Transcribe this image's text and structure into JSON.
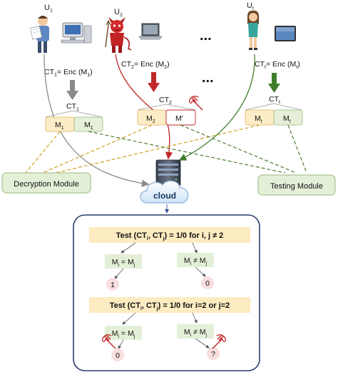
{
  "users": [
    {
      "base": "U",
      "sub": "1"
    },
    {
      "base": "U",
      "sub": "2"
    },
    {
      "base": "U",
      "sub": "t"
    }
  ],
  "ellipsis": "...",
  "encryptions": [
    {
      "base": "CT",
      "sub": "1",
      "eq": "= Enc (M",
      "msub": "1",
      "close": ")"
    },
    {
      "base": "CT",
      "sub": "2",
      "eq": "= Enc (M",
      "msub": "2",
      "close": ")"
    },
    {
      "base": "CT",
      "sub": "t",
      "eq": "= Enc (M",
      "msub": "t",
      "close": ")"
    }
  ],
  "ciphertexts": [
    {
      "base": "CT",
      "sub": "1",
      "left": {
        "base": "M",
        "sub": "1"
      },
      "right": {
        "base": "M",
        "sub": "1"
      }
    },
    {
      "base": "CT",
      "sub": "2",
      "left": {
        "base": "M",
        "sub": "2"
      },
      "right": {
        "base": "M'",
        "sub": ""
      }
    },
    {
      "base": "CT",
      "sub": "t",
      "left": {
        "base": "M",
        "sub": "t"
      },
      "right": {
        "base": "M",
        "sub": "t"
      }
    }
  ],
  "modules": {
    "decryption": "Decryption Module",
    "testing": "Testing Module"
  },
  "cloud_label": "cloud",
  "tests": [
    {
      "pre": "Test (CT",
      "a": "i",
      "mid": ", CT",
      "b": "j",
      "post": ") = 1/0 for i, j ≠ 2",
      "left": {
        "m1": "M",
        "s1": "i",
        "op": "=",
        "m2": "M",
        "s2": "j",
        "result": "1"
      },
      "right": {
        "m1": "M",
        "s1": "i",
        "op": "≠",
        "m2": "M",
        "s2": "j",
        "result": "0"
      }
    },
    {
      "pre": "Test (CT",
      "a": "i",
      "mid": ", CT",
      "b": "j",
      "post": ") = 1/0 for i=2 or j=2",
      "left": {
        "m1": "M",
        "s1": "i",
        "op": "=",
        "m2": "M",
        "s2": "j",
        "result": "0"
      },
      "right": {
        "m1": "M",
        "s1": "i",
        "op": "≠",
        "m2": "M",
        "s2": "j",
        "result": "?"
      }
    }
  ],
  "colors": {
    "user1_arrow": "#8a8a8a",
    "user2_arrow": "#c0282a",
    "usert_arrow": "#3f7d2a",
    "decryption_dash": "#d0a020",
    "testing_dash": "#4f7a35",
    "message_box": "#fdedc7",
    "message_box_green": "#e6f0d8",
    "module_box": "#e4efd8",
    "test_title_bg": "#fdebc1",
    "node_bg": "#e4efd8",
    "panel_border": "#2c3f6e",
    "result_bg": "#f8dede"
  },
  "icons": [
    "user-with-document-icon",
    "computer-icon",
    "devil-attacker-icon",
    "laptop-icon",
    "woman-user-icon",
    "tablet-icon",
    "server-icon",
    "cloud-icon",
    "pitchfork-icon"
  ]
}
